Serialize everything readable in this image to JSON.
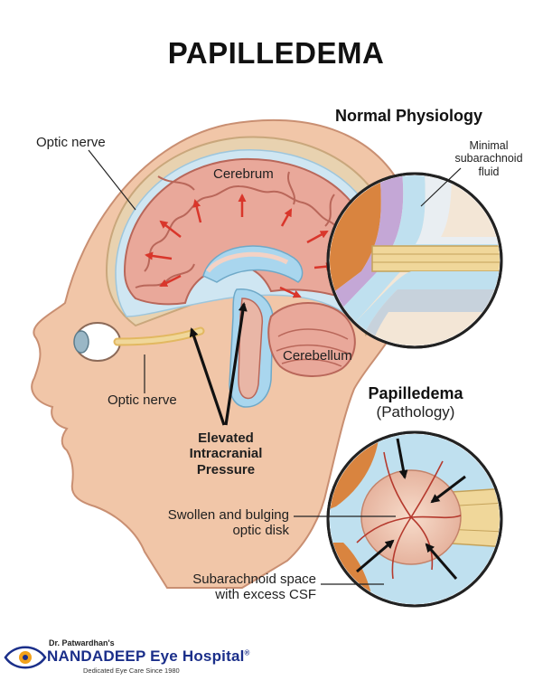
{
  "title": "PAPILLEDEMA",
  "labels": {
    "optic_nerve_top": "Optic nerve",
    "cerebrum": "Cerebrum",
    "cerebellum": "Cerebellum",
    "optic_nerve_bottom": "Optic nerve",
    "eip_line1": "Elevated",
    "eip_line2": "Intracranial",
    "eip_line3": "Pressure"
  },
  "normal": {
    "heading": "Normal Physiology",
    "fluid_line1": "Minimal",
    "fluid_line2": "subarachnoid",
    "fluid_line3": "fluid"
  },
  "pathology": {
    "heading1": "Papilledema",
    "heading2": "(Pathology)",
    "disk_line1": "Swollen and bulging",
    "disk_line2": "optic disk",
    "csf_line1": "Subarachnoid space",
    "csf_line2": "with excess CSF"
  },
  "logo": {
    "prefix": "Dr. Patwardhan's",
    "name": "NANDADEEP Eye Hospital",
    "reg": "®",
    "tagline": "Dedicated Eye Care Since 1980"
  },
  "colors": {
    "skin": "#f1c6a8",
    "brain": "#e9a89a",
    "csf": "#a9d6ee",
    "nerve": "#f0d79a",
    "arrow_red": "#d9362b",
    "logo_blue": "#1b2f8a"
  }
}
